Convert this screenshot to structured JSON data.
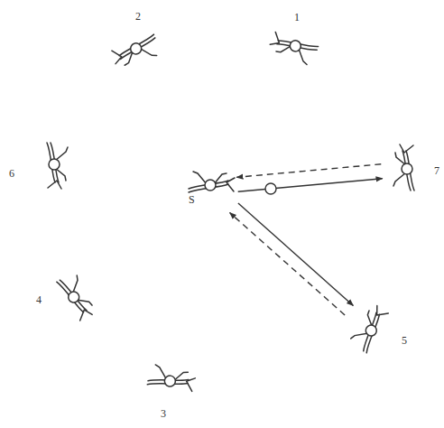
{
  "diagram": {
    "nodes": [
      {
        "text": [
          "2"
        ]
      },
      {
        "text": [
          "1"
        ]
      },
      {
        "text": [
          "6"
        ]
      },
      {
        "text": [
          "S"
        ]
      },
      {
        "text": [
          "7"
        ]
      },
      {
        "text": [
          "4"
        ]
      },
      {
        "text": [
          "5"
        ]
      },
      {
        "text": [
          "3"
        ]
      }
    ],
    "edges": [
      {
        "from": 3,
        "to": 4,
        "arrow": "to"
      },
      {
        "from": 4,
        "to": 3,
        "arrow": "to"
      },
      {
        "from": 3,
        "to": 6,
        "arrow": "to"
      },
      {
        "from": 6,
        "to": 3,
        "arrow": "to"
      }
    ]
  }
}
